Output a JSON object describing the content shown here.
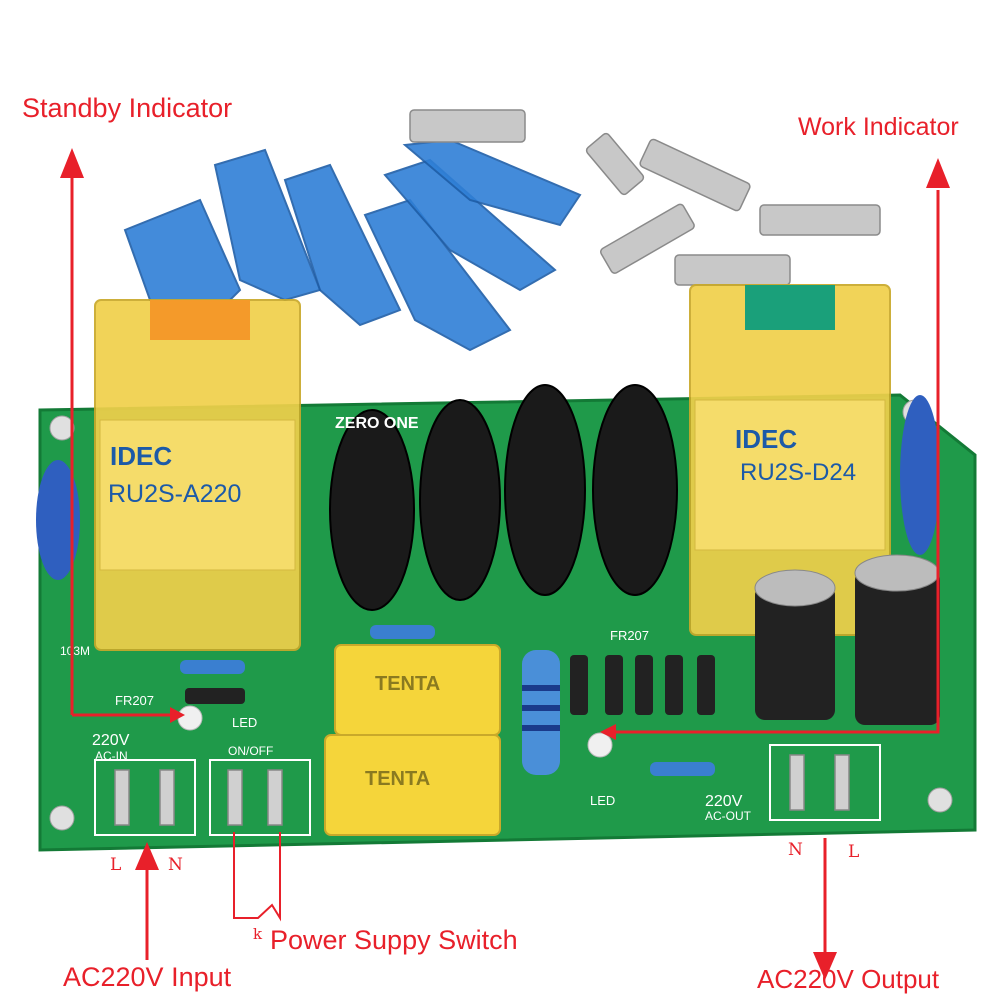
{
  "labels": {
    "standby_indicator": "Standby Indicator",
    "work_indicator": "Work Indicator",
    "ac_input": "AC220V Input",
    "ac_output": "AC220V Output",
    "power_switch": "Power Suppy Switch",
    "input_l": "L",
    "input_n": "N",
    "output_n": "N",
    "output_l": "L",
    "switch_k": "k"
  },
  "board": {
    "relay_left_brand": "IDEC",
    "relay_left_model": "RU2S-A220",
    "relay_right_brand": "IDEC",
    "relay_right_model": "RU2S-D24",
    "silk_fr207_left": "FR207",
    "silk_fr207_right": "FR207",
    "silk_led_left": "LED",
    "silk_led_right": "LED",
    "silk_ac_in_volt": "220V",
    "silk_ac_in": "AC-IN",
    "silk_on_off": "ON/OFF",
    "silk_ac_out_volt": "220V",
    "silk_ac_out": "AC-OUT",
    "silk_103m": "103M",
    "silk_brand": "ZERO ONE",
    "cap_brand_1": "TENTA",
    "cap_brand_2": "TENTA"
  },
  "colors": {
    "annotation": "#e8202a",
    "pcb": "#1f9a4a",
    "relay_yellow": "#f0d04a",
    "capacitor_yellow": "#f5d53a",
    "insulator_blue": "#2f7fd6",
    "ferrite_black": "#1a1a1a"
  }
}
